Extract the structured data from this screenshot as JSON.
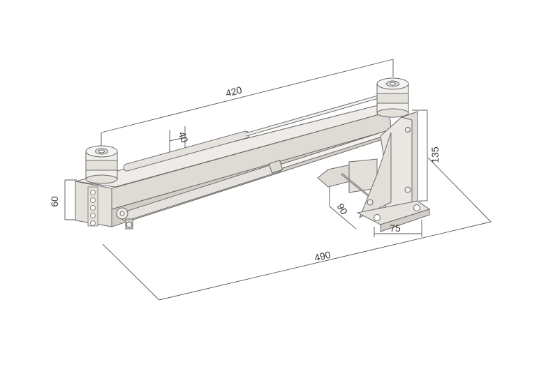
{
  "dimensions": {
    "length_total": "490",
    "roller_span": "420",
    "beam_height": "60",
    "beam_width": "40",
    "bracket_height": "135",
    "bracket_width": "75",
    "bracket_depth": "90"
  },
  "colors": {
    "body": "#e9e6e1",
    "body_dark": "#d7d3cd",
    "outline": "#6a6a6a",
    "roller": "#f1efeb",
    "dimension": "#555555"
  }
}
